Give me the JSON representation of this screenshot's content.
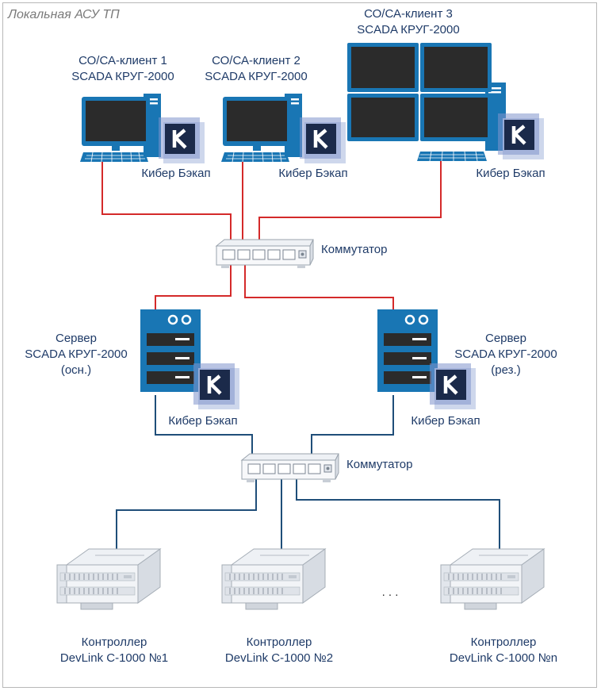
{
  "title": "Локальная АСУ ТП",
  "clients": [
    {
      "line1": "СО/СА-клиент 1",
      "line2": "SCADA КРУГ-2000"
    },
    {
      "line1": "СО/СА-клиент 2",
      "line2": "SCADA КРУГ-2000"
    },
    {
      "line1": "СО/СА-клиент 3",
      "line2": "SCADA КРУГ-2000"
    }
  ],
  "backup_label": "Кибер Бэкап",
  "backup_logo_letter": "K",
  "switch_label": "Коммутатор",
  "servers": [
    {
      "line1": "Сервер",
      "line2": "SCADA КРУГ-2000",
      "line3": "(осн.)"
    },
    {
      "line1": "Сервер",
      "line2": "SCADA КРУГ-2000",
      "line3": "(рез.)"
    }
  ],
  "controllers": [
    {
      "line1": "Контроллер",
      "line2": "DevLink C-1000 №1"
    },
    {
      "line1": "Контроллер",
      "line2": "DevLink C-1000 №2"
    },
    {
      "line1": "Контроллер",
      "line2": "DevLink C-1000 №n"
    }
  ],
  "ellipsis": ". . .",
  "colors": {
    "red_line": "#d42a2a",
    "blue_line": "#1f4e79",
    "device_blue": "#1976b4",
    "label_text": "#1f3b68",
    "title_text": "#7a7a7a",
    "backup_dark": "#1b2a4a"
  },
  "icons": [
    "workstation-icon",
    "server-icon",
    "switch-icon",
    "controller-icon",
    "cyber-backup-logo-icon"
  ]
}
